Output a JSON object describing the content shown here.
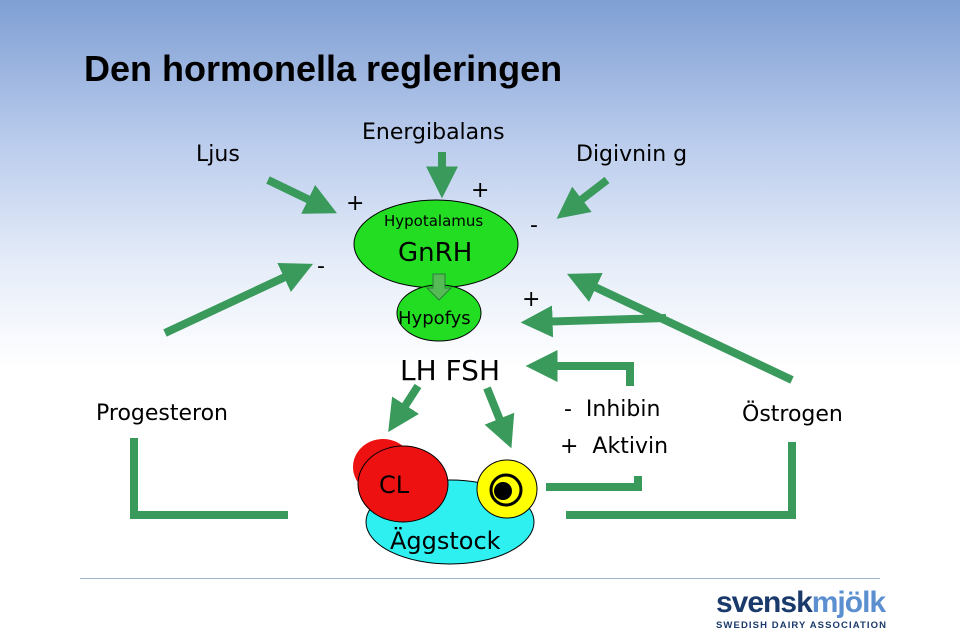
{
  "title": "Den hormonella regleringen",
  "labels": {
    "ljus": "Ljus",
    "energibalans": "Energibalans",
    "digivning": "Digivnin g",
    "hypotalamus": "Hypotalamus",
    "gnrh": "GnRH",
    "hypofys": "Hypofys",
    "lh_fsh": "LH FSH",
    "progesteron": "Progesteron",
    "ostrogen": "Östrogen",
    "inhibin": "-  Inhibin",
    "aktivin": "+  Aktivin",
    "cl": "CL",
    "aggstock": "Äggstock"
  },
  "signs": {
    "ljus": "+",
    "energibalans": "+",
    "digivning": "-",
    "progesteron": "-",
    "ostrogen": "+"
  },
  "logo": {
    "word_part1": "svensk",
    "word_part2": "mjölk",
    "tagline": "SWEDISH DAIRY ASSOCIATION"
  },
  "colors": {
    "arrow": "#3a9a5c",
    "hypothalamus": "#22dd22",
    "hypofys": "#22dd22",
    "cl": "#ee1111",
    "ovary": "#2ef0f0",
    "follicle": "#ffff00"
  }
}
